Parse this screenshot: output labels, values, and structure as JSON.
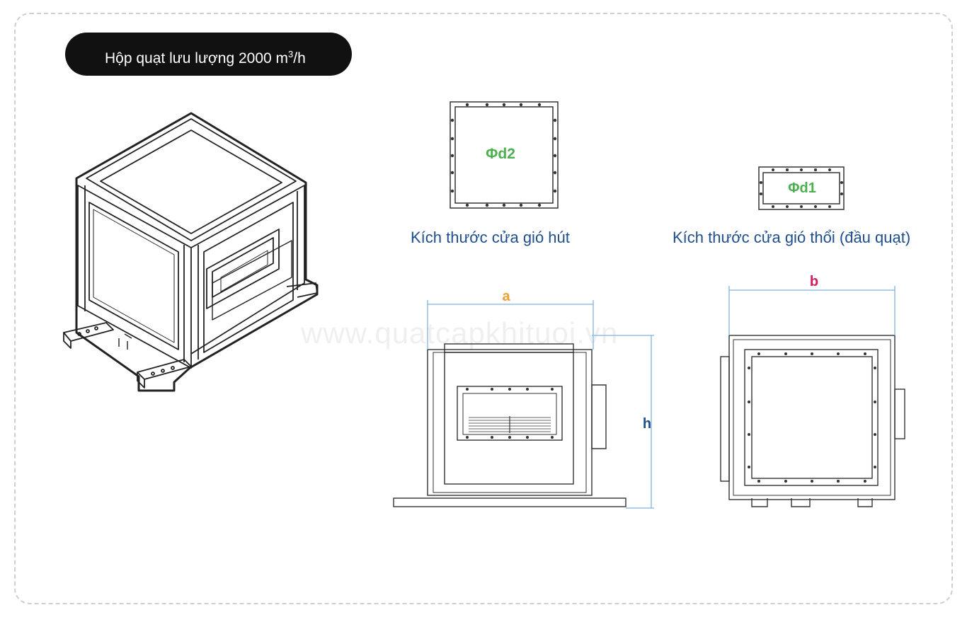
{
  "title": {
    "prefix": "Hộp quạt lưu lượng 2000 m",
    "superscript": "3",
    "suffix": "/h"
  },
  "captions": {
    "suction": "Kích thước cửa gió hút",
    "discharge": "Kích thước cửa gió thổi (đầu quạt)"
  },
  "labels": {
    "d2": "Φd2",
    "d1": "Φd1",
    "a": "a",
    "b": "b",
    "h": "h"
  },
  "watermark": "www.quatcapkhituoi.vn",
  "colors": {
    "pill": "#111111",
    "caption": "#1f4e8c",
    "diameter_label": "#4caf50",
    "dim_a": "#f0a030",
    "dim_b": "#d81b60",
    "dim_h": "#1f4e8c",
    "dim_line": "#7fb4e0"
  }
}
